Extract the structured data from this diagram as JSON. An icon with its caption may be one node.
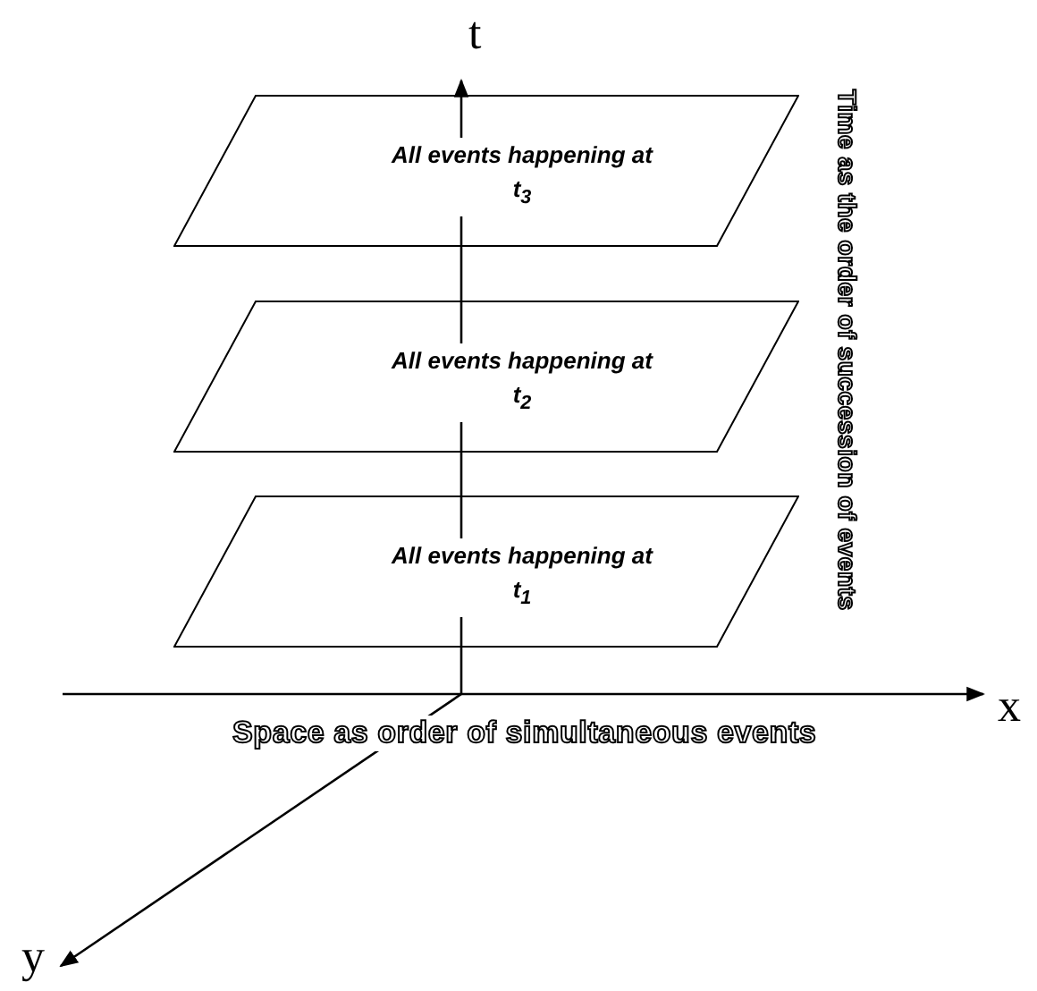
{
  "diagram": {
    "nodes": [
      {
        "text": [
          "All events happening at t$_{3}$"
        ]
      },
      {
        "text": [
          "All events happening at t$_{2}$"
        ]
      },
      {
        "text": [
          "All events happening at t$_{1}$"
        ]
      }
    ],
    "labels": [
      "t",
      "Time as the order of succession of events",
      "x",
      "Space as order of simultaneous events",
      "y"
    ]
  }
}
